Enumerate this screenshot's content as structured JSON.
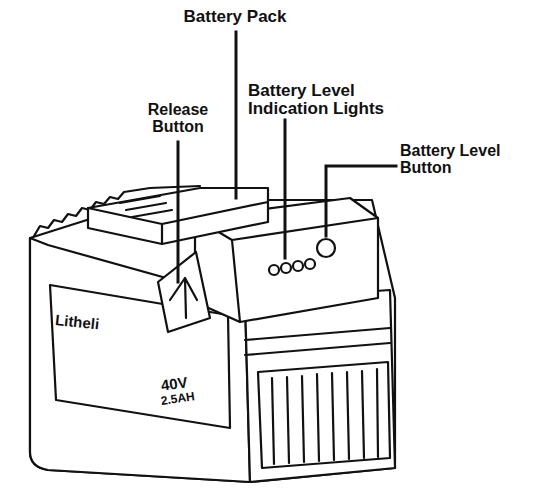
{
  "diagram": {
    "labels": [
      "Battery Pack",
      "Release Button",
      "Battery Level Indication Lights",
      "Battery Level Button",
      "Litheli",
      "40V",
      "2.5AH"
    ]
  }
}
